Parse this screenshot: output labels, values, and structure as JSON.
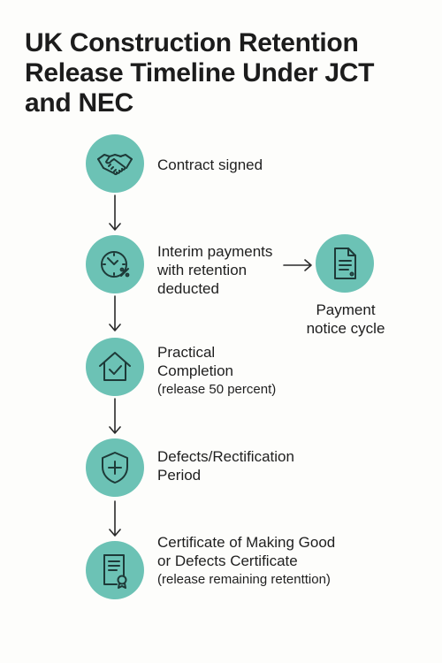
{
  "title": {
    "line1": "UK Construction Retention",
    "line2": "Release Timeline Under JCT",
    "line3": "and NEC"
  },
  "steps": [
    {
      "icon": "handshake-icon",
      "lines": [
        "Contract signed"
      ]
    },
    {
      "icon": "clock-percent-icon",
      "lines": [
        "Interim payments",
        "with retention",
        "deducted"
      ]
    },
    {
      "icon": "house-check-icon",
      "lines": [
        "Practical",
        "Completion",
        "(release 50 percent)"
      ]
    },
    {
      "icon": "shield-plus-icon",
      "lines": [
        "Defects/Rectification",
        "Period"
      ]
    },
    {
      "icon": "certificate-icon",
      "lines": [
        "Certificate of Making Good",
        "or Defects Certificate",
        "(release remaining retenttion)"
      ]
    }
  ],
  "side_node": {
    "icon": "document-icon",
    "lines": [
      "Payment",
      "notice cycle"
    ]
  },
  "colors": {
    "node_fill": "#6cc2b5",
    "icon_stroke": "#1e3a38",
    "text": "#1f1f1f"
  }
}
